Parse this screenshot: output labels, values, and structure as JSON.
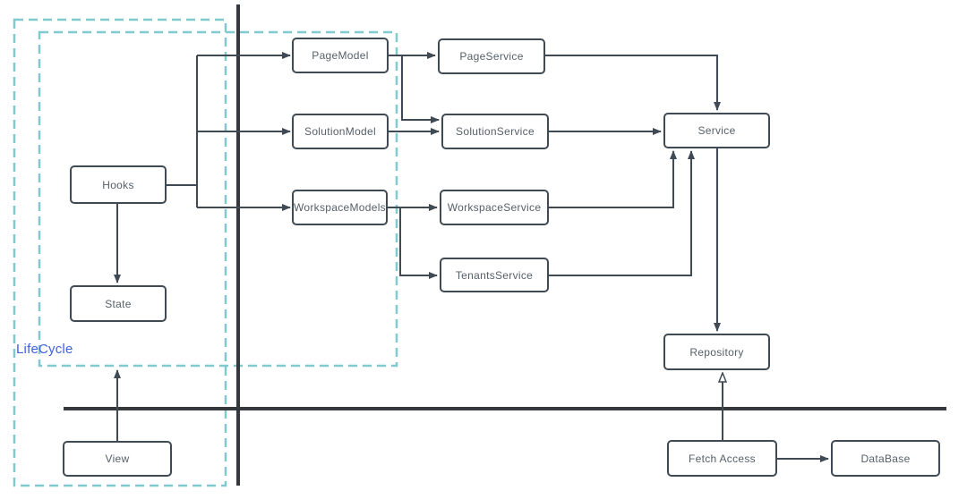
{
  "labels": {
    "lifecycle": "LifeCycle"
  },
  "nodes": {
    "hooks": {
      "label": "Hooks"
    },
    "state": {
      "label": "State"
    },
    "view": {
      "label": "View"
    },
    "page_model": {
      "label": "PageModel"
    },
    "solution_model": {
      "label": "SolutionModel"
    },
    "workspace_models": {
      "label": "WorkspaceModels"
    },
    "page_service": {
      "label": "PageService"
    },
    "solution_service": {
      "label": "SolutionService"
    },
    "workspace_service": {
      "label": "WorkspaceService"
    },
    "tenants_service": {
      "label": "TenantsService"
    },
    "service": {
      "label": "Service"
    },
    "repository": {
      "label": "Repository"
    },
    "fetch_access": {
      "label": "Fetch Access"
    },
    "database": {
      "label": "DataBase"
    }
  },
  "edges": [
    {
      "from": "Hooks",
      "to": "PageModel",
      "arrow": "filled"
    },
    {
      "from": "Hooks",
      "to": "SolutionModel",
      "arrow": "filled"
    },
    {
      "from": "Hooks",
      "to": "WorkspaceModels",
      "arrow": "filled"
    },
    {
      "from": "Hooks",
      "to": "State",
      "arrow": "filled"
    },
    {
      "from": "PageModel",
      "to": "PageService",
      "arrow": "filled"
    },
    {
      "from": "PageModel",
      "to": "SolutionService",
      "arrow": "filled"
    },
    {
      "from": "SolutionModel",
      "to": "SolutionService",
      "arrow": "filled"
    },
    {
      "from": "WorkspaceModels",
      "to": "WorkspaceService",
      "arrow": "filled"
    },
    {
      "from": "WorkspaceModels",
      "to": "TenantsService",
      "arrow": "filled"
    },
    {
      "from": "PageService",
      "to": "Service",
      "arrow": "filled"
    },
    {
      "from": "SolutionService",
      "to": "Service",
      "arrow": "filled"
    },
    {
      "from": "WorkspaceService",
      "to": "Service",
      "arrow": "filled"
    },
    {
      "from": "TenantsService",
      "to": "Service",
      "arrow": "filled"
    },
    {
      "from": "Service",
      "to": "Repository",
      "arrow": "filled"
    },
    {
      "from": "Fetch Access",
      "to": "Repository",
      "arrow": "open"
    },
    {
      "from": "Fetch Access",
      "to": "DataBase",
      "arrow": "filled"
    },
    {
      "from": "View",
      "to": "LifeCycle",
      "arrow": "filled"
    }
  ],
  "colors": {
    "dashed_border": "#7fc9cf",
    "box_border": "#3f4a54",
    "box_text": "#566069",
    "connector": "#3f4a54",
    "axis_line": "#35383c",
    "lifecycle_text": "#415fe5",
    "canvas_bg": "#ffffff"
  }
}
